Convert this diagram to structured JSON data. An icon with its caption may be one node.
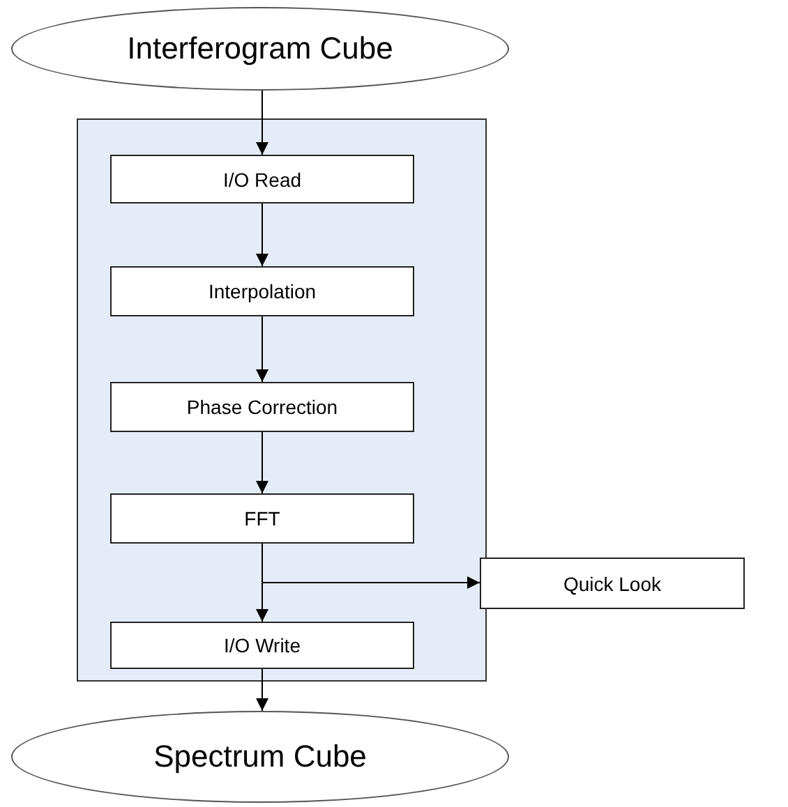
{
  "diagram": {
    "nodes": [
      {
        "text": [
          "Interferogram Cube"
        ]
      },
      {
        "text": [],
        "shape": "box"
      },
      {
        "text": [
          "I/O Read"
        ],
        "in": 1
      },
      {
        "text": [
          "Interpolation"
        ],
        "in": 1
      },
      {
        "text": [
          "Phase Correction"
        ],
        "in": 1
      },
      {
        "text": [
          "FFT"
        ],
        "in": 1
      },
      {
        "text": [
          "I/O Write"
        ],
        "in": 1
      },
      {
        "text": [
          "Quick Look"
        ]
      },
      {
        "text": [
          "Spectrum Cube"
        ]
      }
    ],
    "edges": [
      {
        "from": 0,
        "to": 2,
        "arrow": "to"
      },
      {
        "from": 2,
        "to": 3,
        "arrow": "to"
      },
      {
        "from": 3,
        "to": 4,
        "arrow": "to"
      },
      {
        "from": 4,
        "to": 5,
        "arrow": "to"
      },
      {
        "from": 5,
        "to": 6,
        "arrow": "to"
      },
      {
        "from": 5,
        "to": 7,
        "arrow": "to"
      },
      {
        "from": 6,
        "to": 8,
        "arrow": "to"
      }
    ]
  }
}
